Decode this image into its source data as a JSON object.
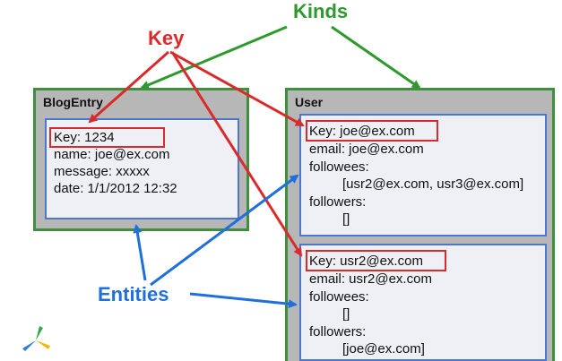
{
  "callouts": {
    "kinds": "Kinds",
    "key": "Key",
    "entities": "Entities"
  },
  "blog_entry": {
    "kind_name": "BlogEntry",
    "entity": {
      "key": "Key: 1234",
      "fields": [
        "name: joe@ex.com",
        "message: xxxxx",
        "date: 1/1/2012 12:32"
      ]
    }
  },
  "user": {
    "kind_name": "User",
    "entity1": {
      "key": "Key: joe@ex.com",
      "fields": [
        "email: joe@ex.com",
        "followees:",
        "[usr2@ex.com, usr3@ex.com]",
        "followers:",
        "[]"
      ]
    },
    "entity2": {
      "key": "Key: usr2@ex.com",
      "fields": [
        "email: usr2@ex.com",
        "followees:",
        "[]",
        "followers:",
        "[joe@ex.com]"
      ]
    }
  },
  "colors": {
    "kind_border": "#3f8f3f",
    "kind_fill": "#b7b7b7",
    "entity_border": "#4a78d0",
    "entity_fill": "#eef0f6",
    "key_red": "#d92b2b",
    "kinds_green": "#2e9a2e",
    "entities_blue": "#1f6fdc"
  },
  "logo": {
    "icon": "pinwheel-logo-icon"
  }
}
